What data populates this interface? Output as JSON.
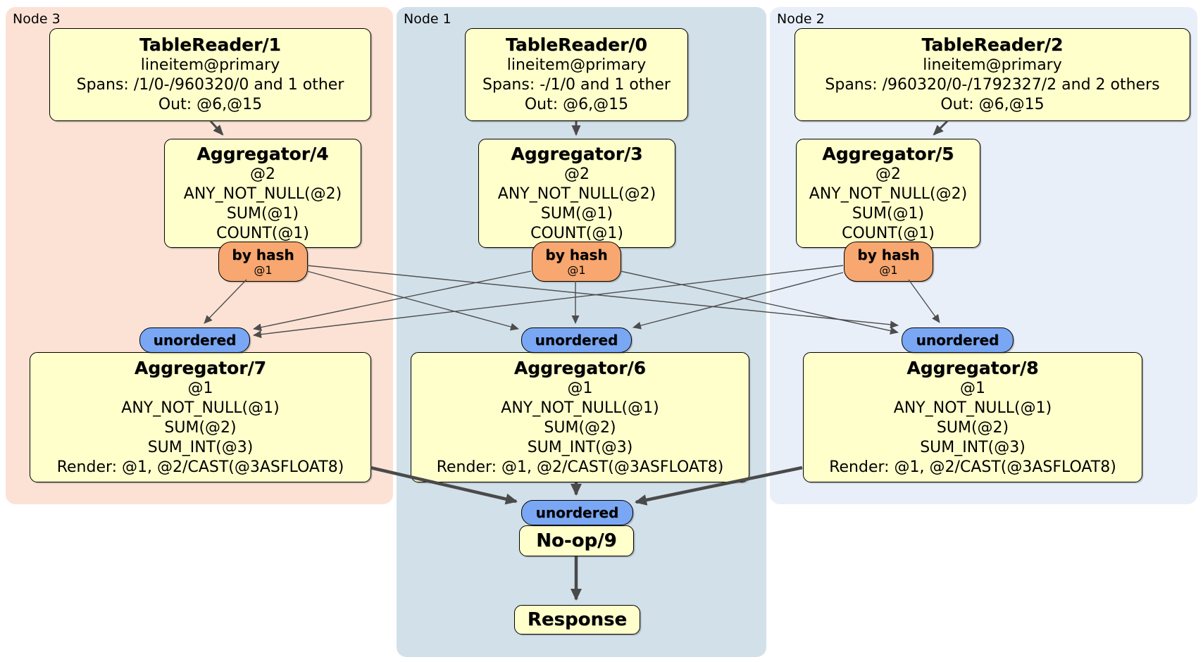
{
  "groups": {
    "node3": {
      "label": "Node 3"
    },
    "node1": {
      "label": "Node 1"
    },
    "node2": {
      "label": "Node 2"
    }
  },
  "processors": {
    "tr1": {
      "title": "TableReader/1",
      "lines": [
        "lineitem@primary",
        "Spans: /1/0-/960320/0 and 1 other",
        "Out: @6,@15"
      ]
    },
    "tr0": {
      "title": "TableReader/0",
      "lines": [
        "lineitem@primary",
        "Spans: -/1/0 and 1 other",
        "Out: @6,@15"
      ]
    },
    "tr2": {
      "title": "TableReader/2",
      "lines": [
        "lineitem@primary",
        "Spans: /960320/0-/1792327/2 and 2 others",
        "Out: @6,@15"
      ]
    },
    "agg4": {
      "title": "Aggregator/4",
      "lines": [
        "@2",
        "ANY_NOT_NULL(@2)",
        "SUM(@1)",
        "COUNT(@1)"
      ]
    },
    "agg3": {
      "title": "Aggregator/3",
      "lines": [
        "@2",
        "ANY_NOT_NULL(@2)",
        "SUM(@1)",
        "COUNT(@1)"
      ]
    },
    "agg5": {
      "title": "Aggregator/5",
      "lines": [
        "@2",
        "ANY_NOT_NULL(@2)",
        "SUM(@1)",
        "COUNT(@1)"
      ]
    },
    "agg7": {
      "title": "Aggregator/7",
      "lines": [
        "@1",
        "ANY_NOT_NULL(@1)",
        "SUM(@2)",
        "SUM_INT(@3)",
        "Render: @1, @2/CAST(@3ASFLOAT8)"
      ]
    },
    "agg6": {
      "title": "Aggregator/6",
      "lines": [
        "@1",
        "ANY_NOT_NULL(@1)",
        "SUM(@2)",
        "SUM_INT(@3)",
        "Render: @1, @2/CAST(@3ASFLOAT8)"
      ]
    },
    "agg8": {
      "title": "Aggregator/8",
      "lines": [
        "@1",
        "ANY_NOT_NULL(@1)",
        "SUM(@2)",
        "SUM_INT(@3)",
        "Render: @1, @2/CAST(@3ASFLOAT8)"
      ]
    },
    "noop": {
      "title": "No-op/9"
    },
    "response": {
      "title": "Response"
    }
  },
  "routers": {
    "hash4": {
      "label": "by hash",
      "stream": "@1"
    },
    "hash3": {
      "label": "by hash",
      "stream": "@1"
    },
    "hash5": {
      "label": "by hash",
      "stream": "@1"
    }
  },
  "syncs": {
    "sync7": {
      "label": "unordered"
    },
    "sync6": {
      "label": "unordered"
    },
    "sync8": {
      "label": "unordered"
    },
    "sync9": {
      "label": "unordered"
    }
  },
  "colors": {
    "node3_bg": "#fce2d5",
    "node1_bg": "#d2e0e9",
    "node2_bg": "#e9eff9",
    "processor_bg": "#ffffcc",
    "router_bg": "#f7a76f",
    "sync_bg": "#7aa7f3",
    "edge": "#4d4d4d"
  }
}
